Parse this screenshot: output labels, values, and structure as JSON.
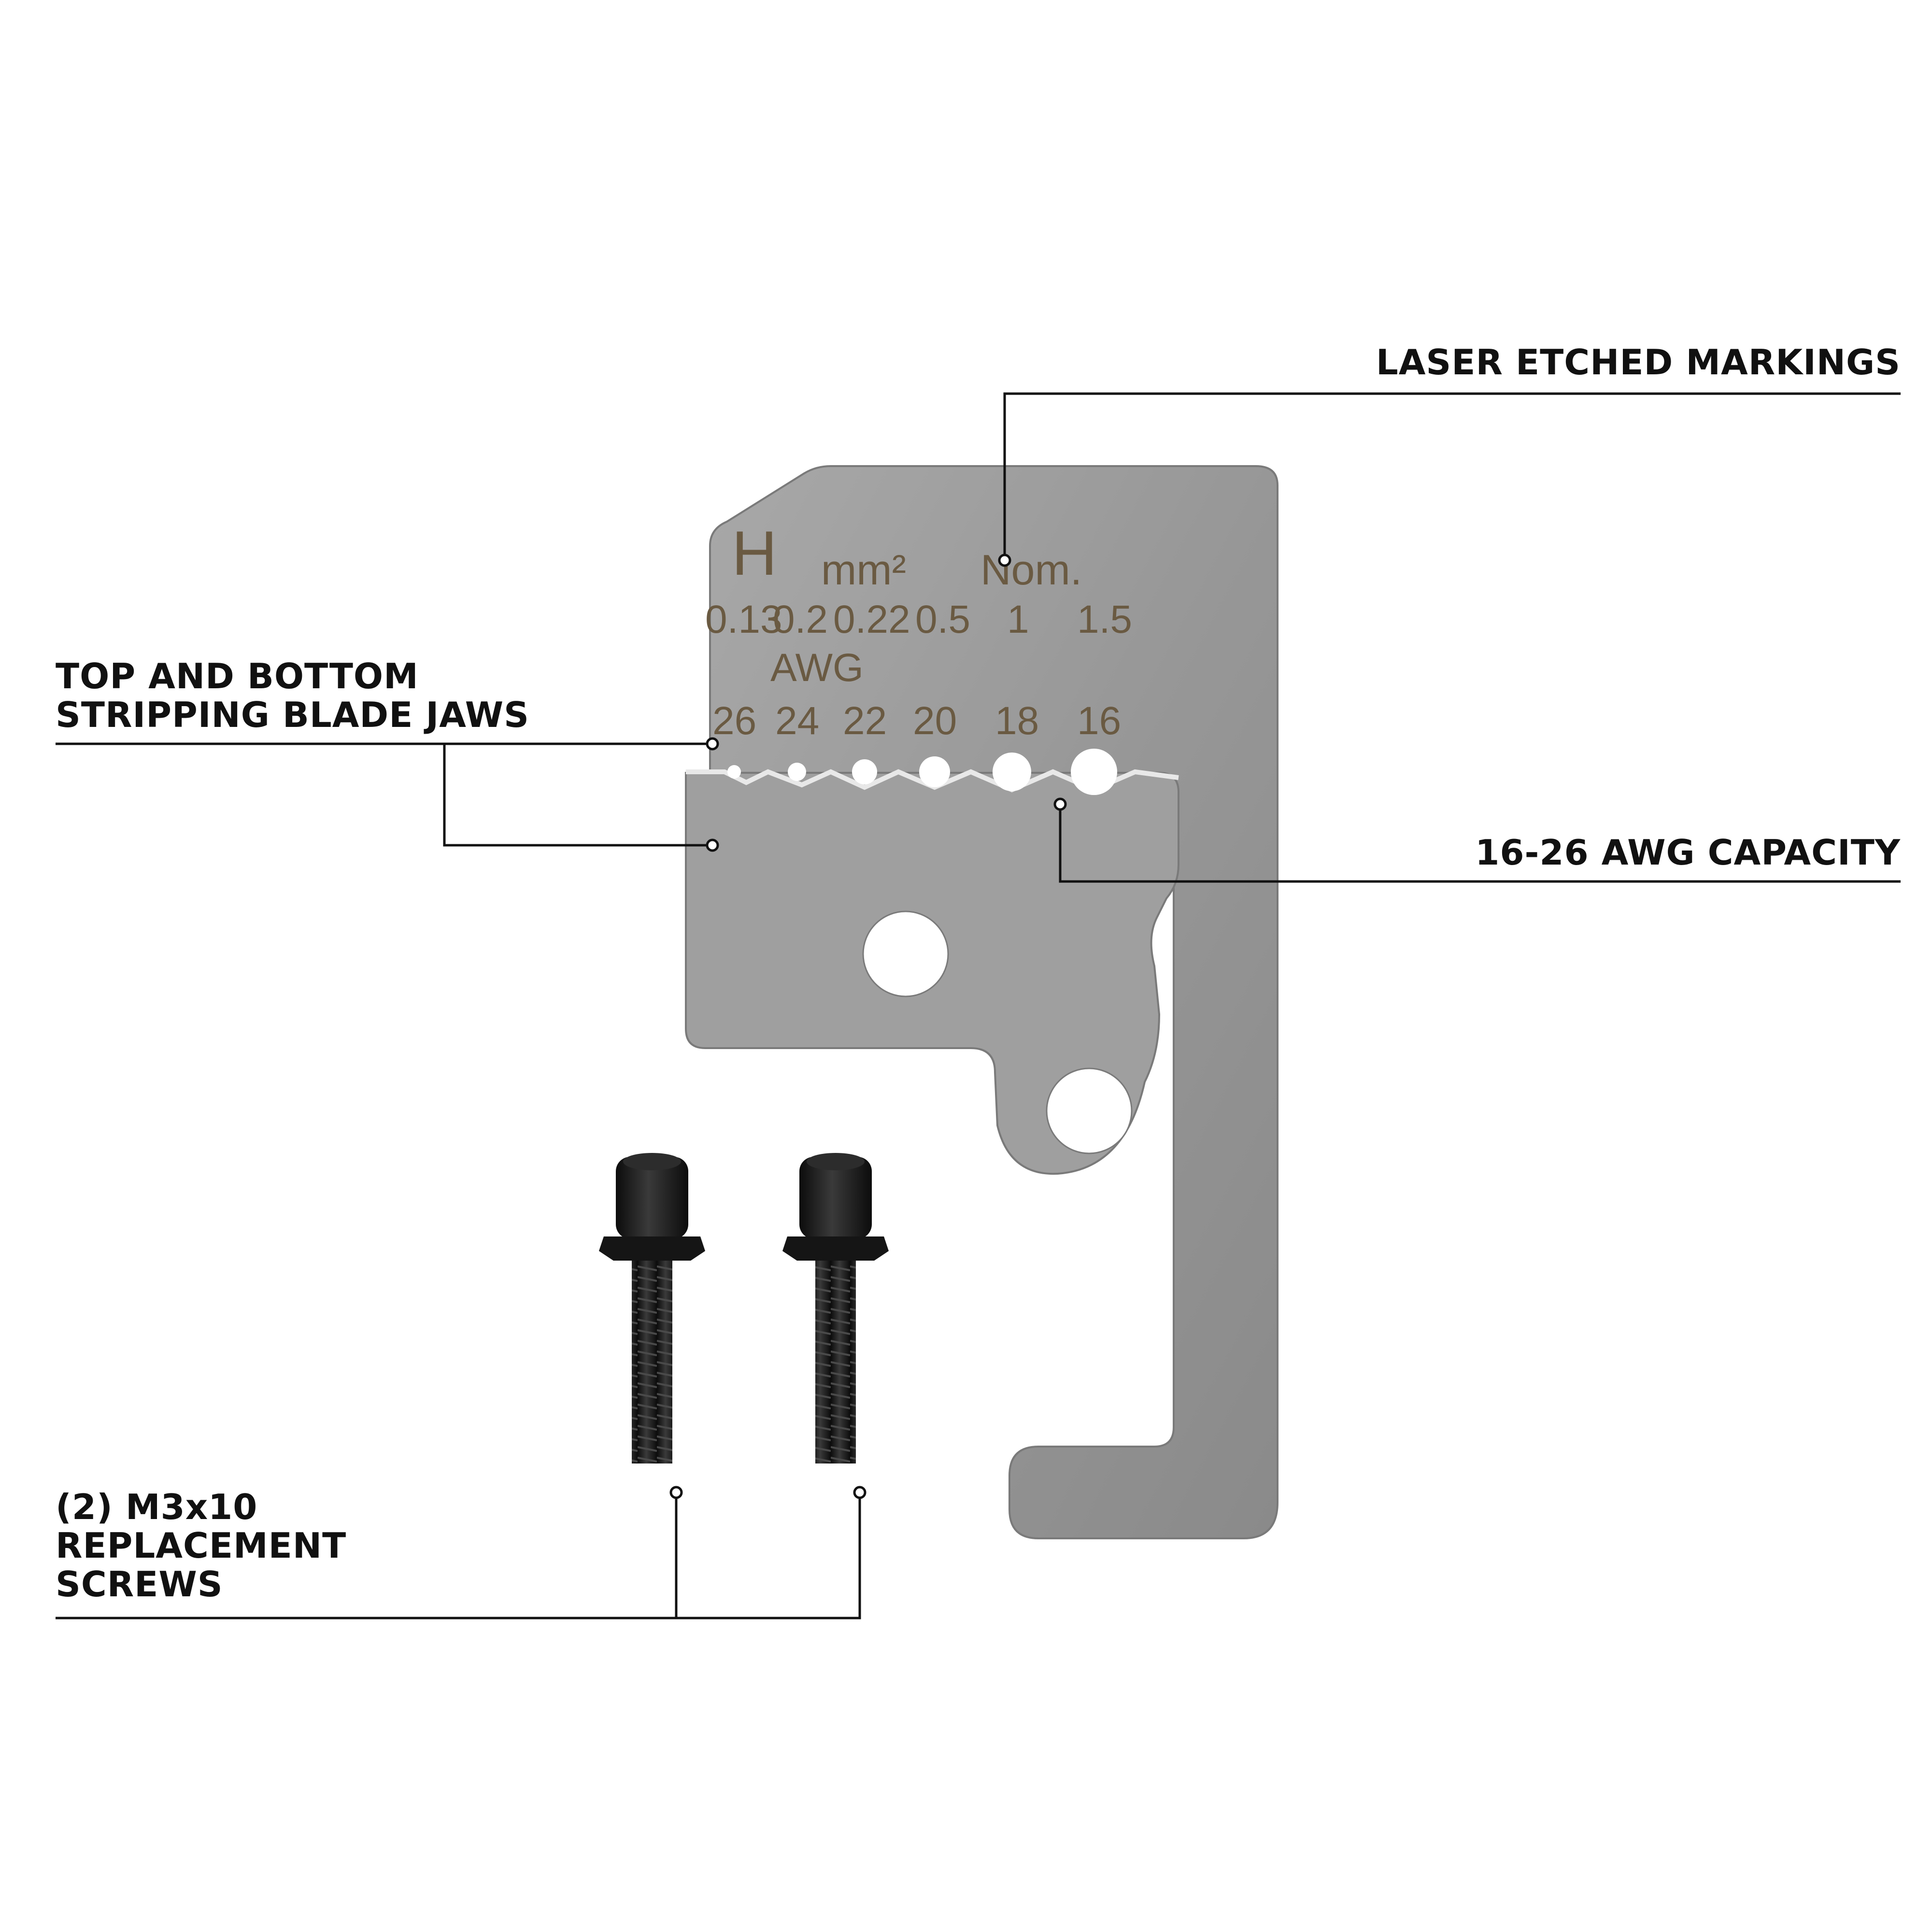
{
  "callouts": {
    "laser_etched": "LASER ETCHED MARKINGS",
    "jaws": [
      "TOP AND BOTTOM",
      "STRIPPING BLADE JAWS"
    ],
    "capacity": "16-26 AWG CAPACITY",
    "screws": [
      "(2) M3x10",
      "REPLACEMENT",
      "SCREWS"
    ]
  },
  "blade_markings": {
    "letter": "H",
    "unit": "mm²",
    "nom": "Nom.",
    "awg_label": "AWG",
    "mm_values": [
      "0.13",
      "0.2",
      "0.22",
      "0.5",
      "1",
      "1.5"
    ],
    "awg_values": [
      "26",
      "24",
      "22",
      "20",
      "18",
      "16"
    ]
  },
  "colors": {
    "callout_text": "#111111",
    "leader_line": "#111111",
    "blade_steel": "#9a9a9a",
    "etch": "#6a5a42",
    "screw": "#1a1a1a"
  }
}
